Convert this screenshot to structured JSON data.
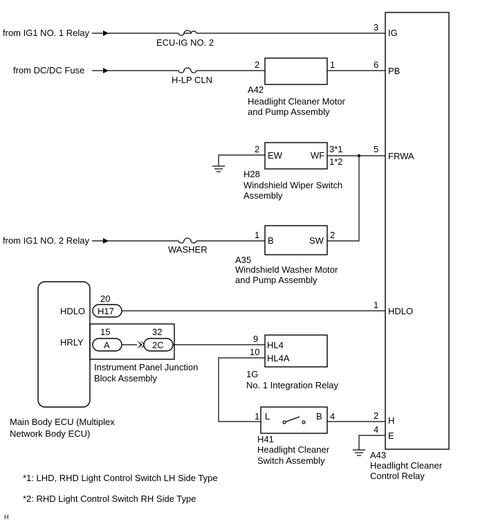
{
  "sources": {
    "ig1_no1": "from IG1 NO. 1 Relay",
    "dcdc": "from DC/DC Fuse",
    "ig1_no2": "from IG1 NO. 2 Relay"
  },
  "fuses": {
    "ecu_ig": "ECU-IG NO. 2",
    "hlp_cln": "H-LP CLN",
    "washer": "WASHER"
  },
  "relay_a43": {
    "code": "A43",
    "name_line1": "Headlight Cleaner",
    "name_line2": "Control Relay",
    "terminals": {
      "ig": "IG",
      "pb": "PB",
      "frwa": "FRWA",
      "hdlo": "HDLO",
      "h": "H",
      "e": "E"
    },
    "pins": {
      "ig": "3",
      "pb": "6",
      "frwa": "5",
      "hdlo": "1",
      "h": "2",
      "e": "4"
    }
  },
  "motor_a42": {
    "code": "A42",
    "name_line1": "Headlight Cleaner Motor",
    "name_line2": "and Pump Assembly",
    "pin_in": "2",
    "pin_out": "1"
  },
  "switch_h28": {
    "code": "H28",
    "name_line1": "Windshield Wiper Switch",
    "name_line2": "Assembly",
    "term_ew": "EW",
    "term_wf": "WF",
    "pin_ew": "2",
    "pin_wf1": "3*1",
    "pin_wf2": "1*2"
  },
  "motor_a35": {
    "code": "A35",
    "name_line1": "Windshield Washer Motor",
    "name_line2": "and Pump Assembly",
    "term_b": "B",
    "term_sw": "SW",
    "pin_b": "1",
    "pin_sw": "2"
  },
  "ecu": {
    "name_line1": "Main Body ECU (Multiplex",
    "name_line2": "Network Body ECU)",
    "hdlo": "HDLO",
    "hrly": "HRLY"
  },
  "connectors": {
    "h17": "H17",
    "h17_pin": "20",
    "a": "A",
    "a_pin": "15",
    "c2": "2C",
    "c2_pin": "32"
  },
  "junction_block": {
    "name_line1": "Instrument Panel Junction",
    "name_line2": "Block Assembly"
  },
  "relay_1g": {
    "code": "1G",
    "name": "No. 1 Integration Relay",
    "hl4": "HL4",
    "hl4a": "HL4A",
    "pin_hl4": "9",
    "pin_hl4a": "10"
  },
  "switch_h41": {
    "code": "H41",
    "name_line1": "Headlight Cleaner",
    "name_line2": "Switch Assembly",
    "term_l": "L",
    "term_b": "B",
    "pin_l": "1",
    "pin_b": "4"
  },
  "notes": {
    "n1": "*1: LHD, RHD Light Control Switch LH Side Type",
    "n2": "*2: RHD Light Control Switch RH Side Type"
  },
  "corner_mark": "H"
}
